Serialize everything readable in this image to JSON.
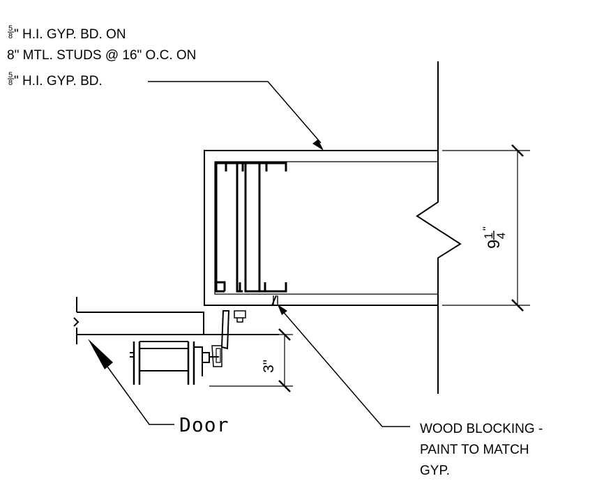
{
  "callout_wall": {
    "line1_frac": "5 / 8",
    "line1_frac_num": "5",
    "line1_frac_den": "8",
    "line1_text": "\" H.I. GYP. BD. ON",
    "line2_text": "8\" MTL. STUDS @ 16\" O.C. ON",
    "line3_frac_num": "5",
    "line3_frac_den": "8",
    "line3_text": "\" H.I. GYP. BD."
  },
  "dim_width": {
    "whole": "9",
    "num": "1",
    "den": "4",
    "unit": "\""
  },
  "dim_reveal": {
    "value": "3\""
  },
  "callout_door": {
    "text": "Door"
  },
  "callout_blocking": {
    "line1": "WOOD BLOCKING -",
    "line2": "PAINT TO MATCH",
    "line3": "GYP."
  }
}
